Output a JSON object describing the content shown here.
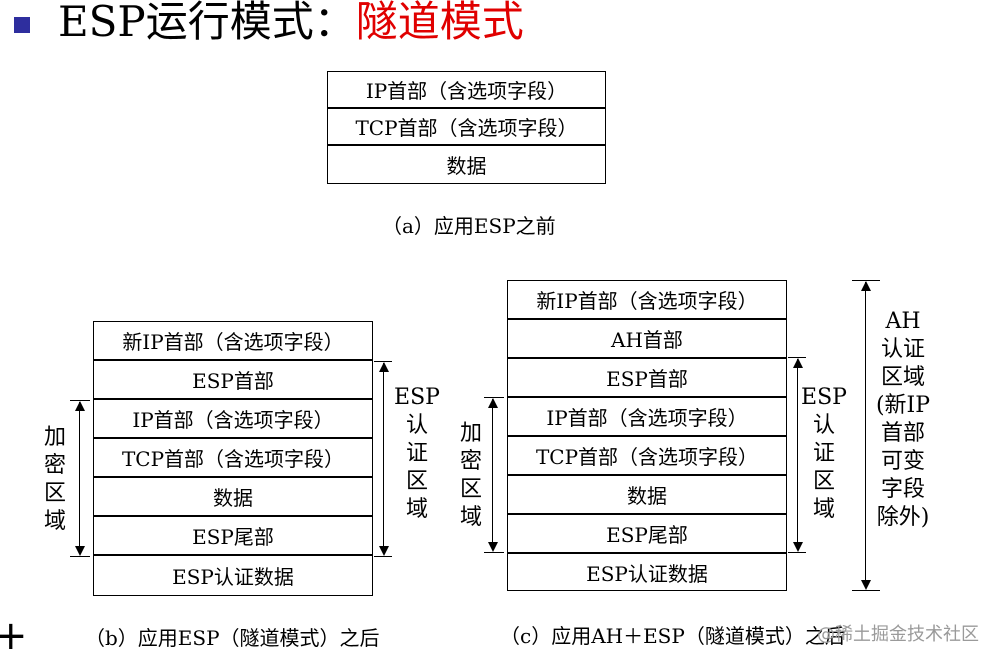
{
  "header": {
    "title_prefix": "ESP运行模式：",
    "title_mode": "隧道模式",
    "accent_color": "#e00000",
    "bullet_color": "#2e2e9e"
  },
  "diagram_a": {
    "rows": [
      "IP首部（含选项字段）",
      "TCP首部（含选项字段）",
      "数据"
    ],
    "caption": "（a）应用ESP之前"
  },
  "diagram_b": {
    "rows": [
      "新IP首部（含选项字段）",
      "ESP首部",
      "IP首部（含选项字段）",
      "TCP首部（含选项字段）",
      "数据",
      "ESP尾部",
      "ESP认证数据"
    ],
    "encrypt_label": "加\n密\n区\n域",
    "auth_label": "ESP\n认\n证\n区\n域",
    "caption": "（b）应用ESP（隧道模式）之后"
  },
  "diagram_c": {
    "rows": [
      "新IP首部（含选项字段）",
      "AH首部",
      "ESP首部",
      "IP首部（含选项字段）",
      "TCP首部（含选项字段）",
      "数据",
      "ESP尾部",
      "ESP认证数据"
    ],
    "encrypt_label": "加\n密\n区\n域",
    "esp_auth_label": "ESP\n认\n证\n区\n域",
    "ah_auth_label": "AH\n认证\n区域\n(新IP\n首部\n可变\n字段\n除外)",
    "caption": "（c）应用AH＋ESP（隧道模式）之后"
  },
  "watermark": "@稀土掘金技术社区",
  "corner_glyph": "+"
}
